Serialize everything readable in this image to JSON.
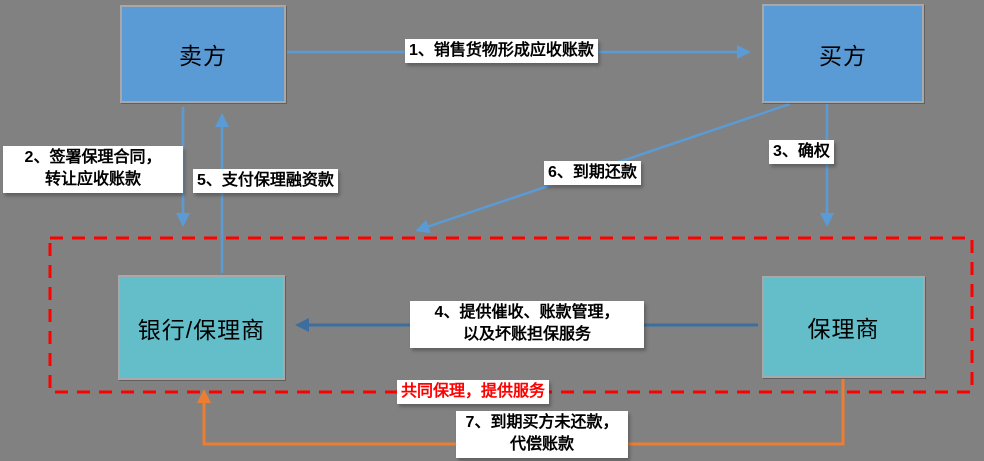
{
  "diagram": {
    "nodes": {
      "seller": {
        "label": "卖方"
      },
      "buyer": {
        "label": "买方"
      },
      "bank_factor": {
        "label": "银行/保理商"
      },
      "factor": {
        "label": "保理商"
      }
    },
    "edges": {
      "e1": {
        "label": "1、销售货物形成应收账款",
        "from": "seller",
        "to": "buyer",
        "color": "light-blue"
      },
      "e2": {
        "label": "2、签署保理合同，\n转让应收账款",
        "from": "seller",
        "to": "bank_factor",
        "color": "light-blue"
      },
      "e3": {
        "label": "3、确权",
        "from": "buyer",
        "to": "bank_factor",
        "color": "light-blue"
      },
      "e4": {
        "label": "4、提供催收、账款管理，\n以及坏账担保服务",
        "from": "factor",
        "to": "bank_factor",
        "color": "dark-blue"
      },
      "e5": {
        "label": "5、支付保理融资款",
        "from": "bank_factor",
        "to": "seller",
        "color": "light-blue"
      },
      "e6": {
        "label": "6、到期还款",
        "from": "buyer",
        "to": "bank_factor",
        "color": "light-blue"
      },
      "e7": {
        "label": "7、到期买方未还款，\n代偿账款",
        "from": "factor",
        "to": "bank_factor",
        "color": "orange"
      }
    },
    "group": {
      "label": "共同保理，提供服务"
    }
  },
  "colors": {
    "bg": "#818181",
    "box_blue": "#5B9BD5",
    "box_teal": "#63BECA",
    "box_border": "#A8A8A8",
    "arrow_blue": "#5B9BD5",
    "arrow_dark": "#3C6EA0",
    "arrow_orange": "#ED7D31",
    "group_red": "#FF0000"
  }
}
